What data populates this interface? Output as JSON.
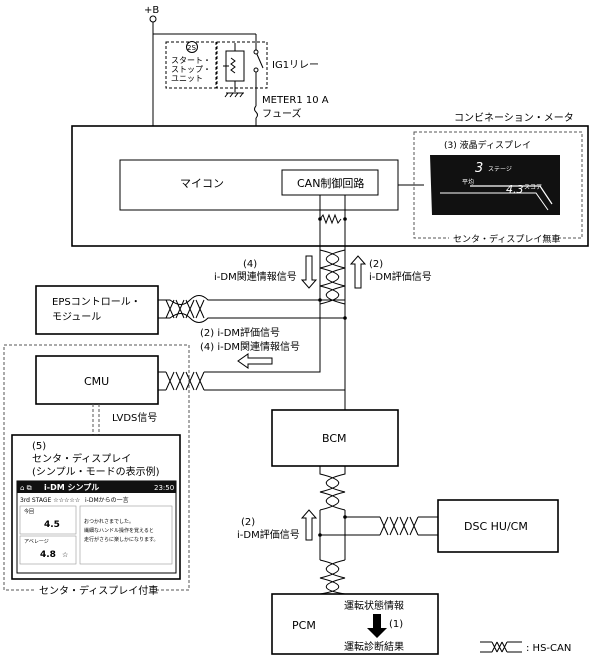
{
  "power": {
    "label": "+B"
  },
  "start_stop_unit": {
    "badge": "2S",
    "label": "スタート・\nストップ・\nユニット"
  },
  "relay": {
    "label": "IG1リレー"
  },
  "fuse": {
    "line1": "METER1 10 A",
    "line2": "フューズ"
  },
  "combination_meter": {
    "title": "コンビネーション・メータ",
    "micon_label": "マイコン",
    "can_label": "CAN制御回路"
  },
  "lcd_display": {
    "title": "(3) 液晶ディスプレイ",
    "stage_value": "3",
    "stage_unit": "ステージ",
    "avg_label": "平均",
    "score_value": "4.3",
    "score_unit": "スコア",
    "frame_label": "センタ・ディスプレイ無車"
  },
  "signals": {
    "idm_related_4": "(4)\ni-DM関連情報信号",
    "idm_eval_2_top": "(2)\ni-DM評価信号",
    "idm_eval_2_mid": "(2) i-DM評価信号",
    "idm_related_4_mid": "(4) i-DM関連情報信号",
    "idm_eval_2_low": "(2)\ni-DM評価信号"
  },
  "modules": {
    "eps": "EPSコントロール・\nモジュール",
    "cmu": "CMU",
    "bcm": "BCM",
    "dsc": "DSC HU/CM",
    "pcm": "PCM"
  },
  "lvds": {
    "label": "LVDS信号"
  },
  "center_display": {
    "title": "(5)\nセンタ・ディスプレイ\n(シンプル・モードの表示例)",
    "app_title": "i-DM シンプル",
    "time": "23:50",
    "stage_text": "3rd STAGE ☆☆☆☆☆",
    "panel_header": "i-DMからの一言",
    "today_label": "今回",
    "today_value": "4.5",
    "avg_label": "アベレージ",
    "avg_value": "4.8",
    "message": "おつかれさまでした。\n繊細なハンドル操作を覚えると\n走行がさらに楽しかになります。",
    "frame_label": "センタ・ディスプレイ付車"
  },
  "pcm_block": {
    "state_info": "運転状態情報",
    "step": "(1)",
    "result": "運転診断結果"
  },
  "legend": {
    "label": ": HS-CAN"
  }
}
